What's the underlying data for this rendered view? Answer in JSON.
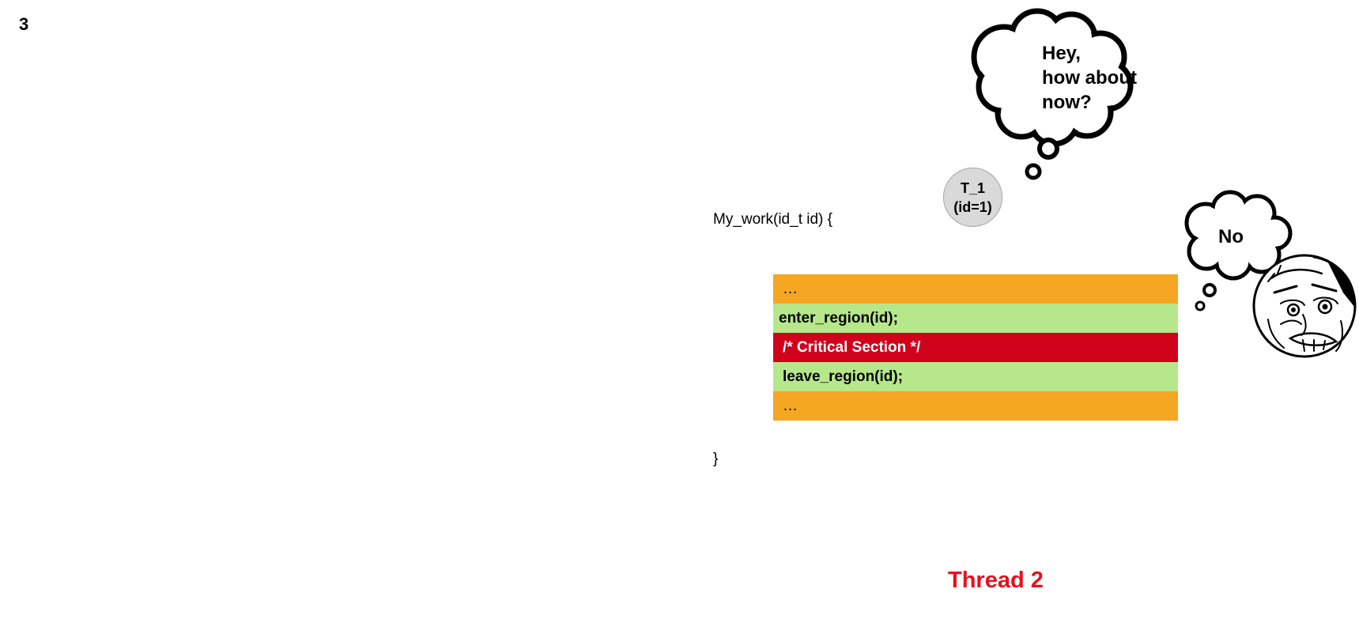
{
  "slide": {
    "number": "3"
  },
  "code": {
    "signature": "My_work(id_t id) {",
    "closing": "}",
    "lines": [
      {
        "text": "…",
        "kind": "non-critical",
        "color": "#f5a623"
      },
      {
        "text": "enter_region(id);",
        "kind": "entry",
        "color": "#b6e78a"
      },
      {
        "text": "/* Critical Section */",
        "kind": "critical",
        "color": "#d0021b"
      },
      {
        "text": "leave_region(id);",
        "kind": "exit",
        "color": "#b6e78a"
      },
      {
        "text": "…",
        "kind": "non-critical",
        "color": "#f5a623"
      }
    ]
  },
  "thread_node": {
    "line1": "T_1",
    "line2": "(id=1)"
  },
  "thought_t1": {
    "line1": "Hey,",
    "line2": "how about",
    "line3": "now?"
  },
  "thought_no": {
    "text": "No"
  },
  "thread_label": {
    "text": "Thread 2",
    "color": "#e8101f"
  },
  "icons": {
    "face": "rage-face-icon",
    "cloud": "thought-cloud-icon"
  }
}
